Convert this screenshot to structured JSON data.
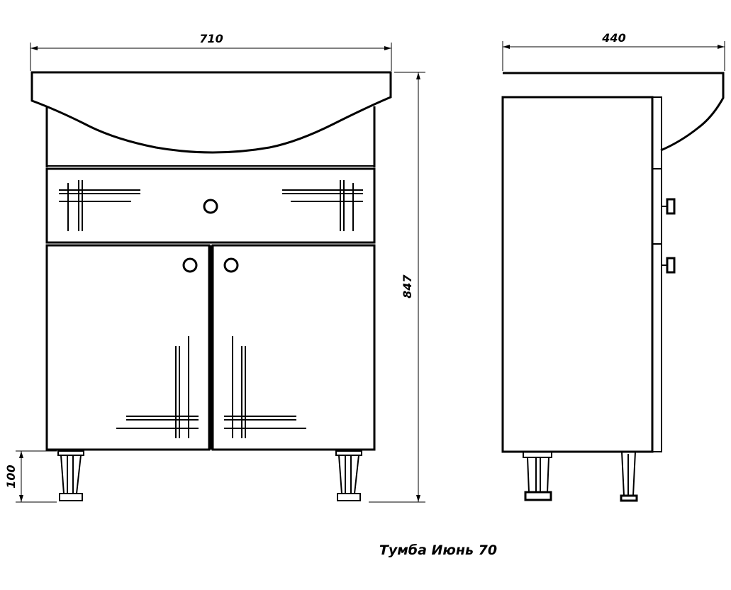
{
  "dimensions": {
    "front_width": "710",
    "side_depth": "440",
    "total_height": "847",
    "leg_height": "100"
  },
  "caption": "Тумба Июнь 70"
}
